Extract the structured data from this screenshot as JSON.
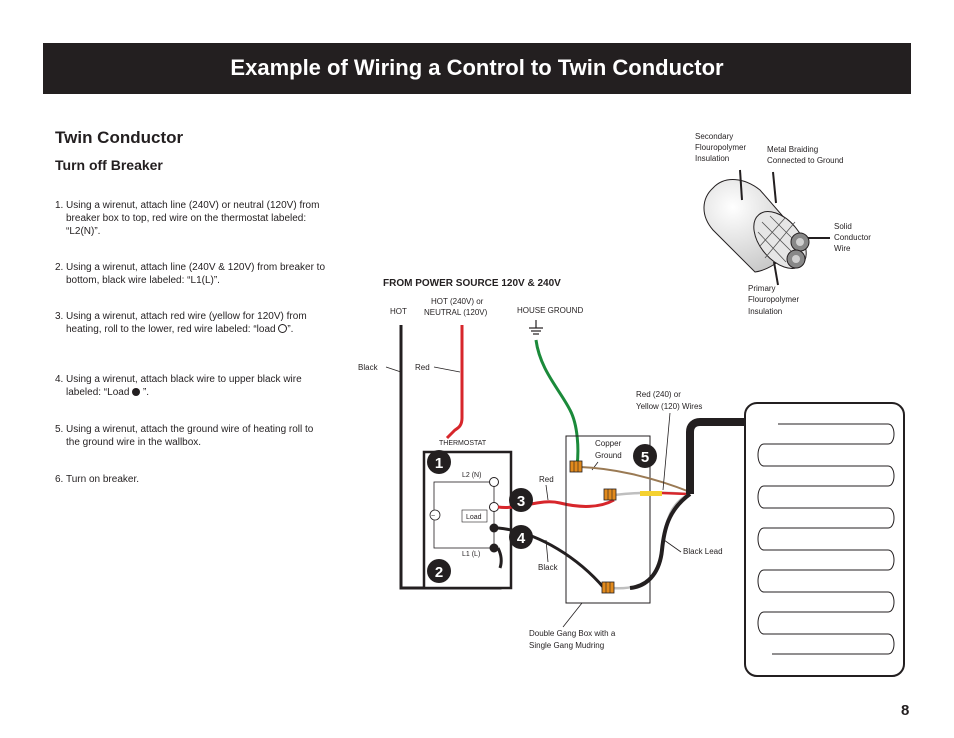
{
  "header": {
    "title": "Example of Wiring a Control to Twin Conductor"
  },
  "section": {
    "title": "Twin Conductor",
    "subtitle": "Turn off Breaker"
  },
  "steps": [
    {
      "num": "1.",
      "text": "Using a wirenut, attach line (240V) or neutral (120V) from breaker box to top, red wire on the thermostat labeled: “L2(N)”."
    },
    {
      "num": "2.",
      "text": "Using a wirenut, attach line (240V & 120V) from breaker to bottom, black wire labeled: “L1(L)”."
    },
    {
      "num": "3.",
      "text_before": "Using a wirenut, attach red wire (yellow for 120V) from heating, roll to the lower, red wire labeled: “load ",
      "text_after": "”."
    },
    {
      "num": "4.",
      "text_before": "Using a wirenut, attach black wire to upper black wire labeled: “Load ",
      "text_after": " ”."
    },
    {
      "num": "5.",
      "text": "Using a wirenut, attach the ground wire of heating roll to the ground wire in the wallbox."
    },
    {
      "num": "6.",
      "text": "Turn on breaker."
    }
  ],
  "diagram": {
    "power_source": "FROM POWER SOURCE 120V & 240V",
    "hot": "HOT",
    "hot_neutral_line1": "HOT (240V) or",
    "hot_neutral_line2": "NEUTRAL (120V)",
    "house_ground": "HOUSE GROUND",
    "black": "Black",
    "red": "Red",
    "thermostat": "THERMOSTAT",
    "l2n": "L2 (N)",
    "l1l": "L1 (L)",
    "load": "Load",
    "red_mid": "Red",
    "black_mid": "Black",
    "copper_ground_line1": "Copper",
    "copper_ground_line2": "Ground",
    "red_yellow_line1": "Red (240) or",
    "red_yellow_line2": "Yellow (120) Wires",
    "black_lead": "Black Lead",
    "gang_box_line1": "Double Gang Box with a",
    "gang_box_line2": "Single Gang Mudring",
    "badges": [
      "1",
      "2",
      "3",
      "4",
      "5"
    ]
  },
  "cable": {
    "secondary_line1": "Secondary",
    "secondary_line2": "Flouropolymer",
    "secondary_line3": "Insulation",
    "braiding_line1": "Metal Braiding",
    "braiding_line2": "Connected to Ground",
    "solid_line1": "Solid",
    "solid_line2": "Conductor",
    "solid_line3": "Wire",
    "primary_line1": "Primary",
    "primary_line2": "Flouropolymer",
    "primary_line3": "Insulation"
  },
  "page": {
    "number": "8"
  },
  "colors": {
    "header_bg": "#231f20",
    "red_wire": "#d7262b",
    "ground_wire": "#1b8a3a",
    "wirenut": "#e28a1c",
    "yellow_band": "#f5d130"
  }
}
